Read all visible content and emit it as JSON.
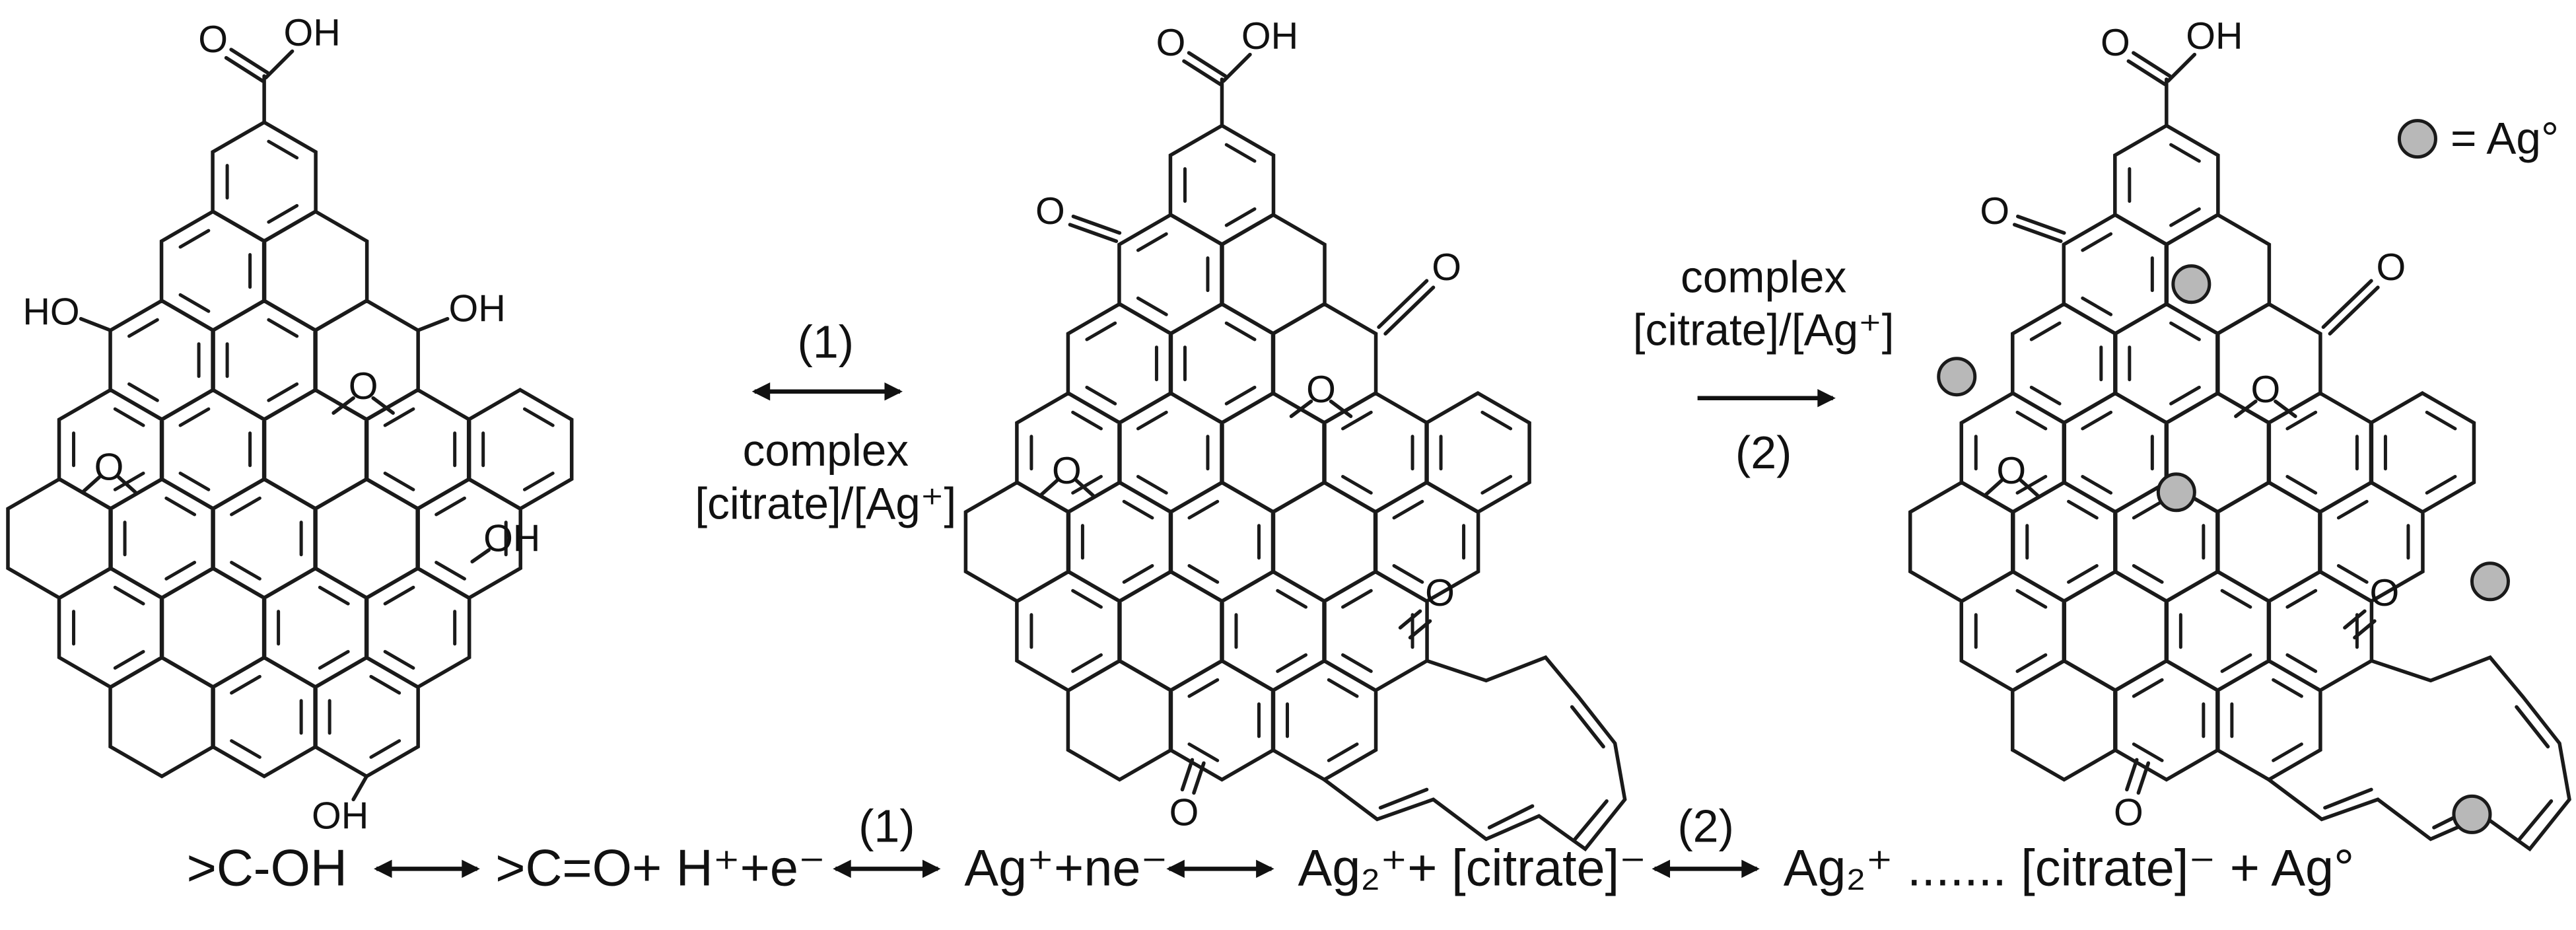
{
  "colors": {
    "bond": "#1a1a1a",
    "silver_fill": "#b8b8b8",
    "silver_stroke": "#1a1a1a",
    "background": "#ffffff"
  },
  "legend": {
    "text": "= Ag°"
  },
  "scheme": {
    "step1": {
      "number": "(1)",
      "label_line1": "complex",
      "label_line2": "[citrate]/[Ag⁺]"
    },
    "step2": {
      "number": "(2)",
      "label_line1": "complex",
      "label_line2": "[citrate]/[Ag⁺]"
    }
  },
  "structures": {
    "left": {
      "carboxyl_o": "O",
      "carboxyl_oh": "OH",
      "hydroxyl_left": "HO",
      "hydroxyl_right": "OH",
      "epoxide_center": "O",
      "epoxide_left": "O",
      "hydroxyl_mid": "OH",
      "hydroxyl_bottom": "OH"
    },
    "middle": {
      "carboxyl_o": "O",
      "carboxyl_oh": "OH",
      "carbonyl_left": "O",
      "carbonyl_right": "O",
      "epoxide_center": "O",
      "epoxide_left": "O",
      "carbonyl_bottom_right": "O",
      "carbonyl_bottom": "O"
    },
    "right": {
      "carboxyl_o": "O",
      "carboxyl_oh": "OH",
      "carbonyl_left": "O",
      "carbonyl_right": "O",
      "epoxide_center": "O",
      "epoxide_left": "O",
      "carbonyl_bottom_right": "O",
      "carbonyl_bottom": "O"
    }
  },
  "equation": {
    "reactant": ">C-OH",
    "product1": ">C=O+ H⁺+e⁻",
    "step1": "(1)",
    "species1": "Ag⁺+ne⁻",
    "species2": "Ag₂⁺+ [citrate]⁻",
    "step2": "(2)",
    "product2": "Ag₂⁺ ....... [citrate]⁻ + Ag°"
  }
}
